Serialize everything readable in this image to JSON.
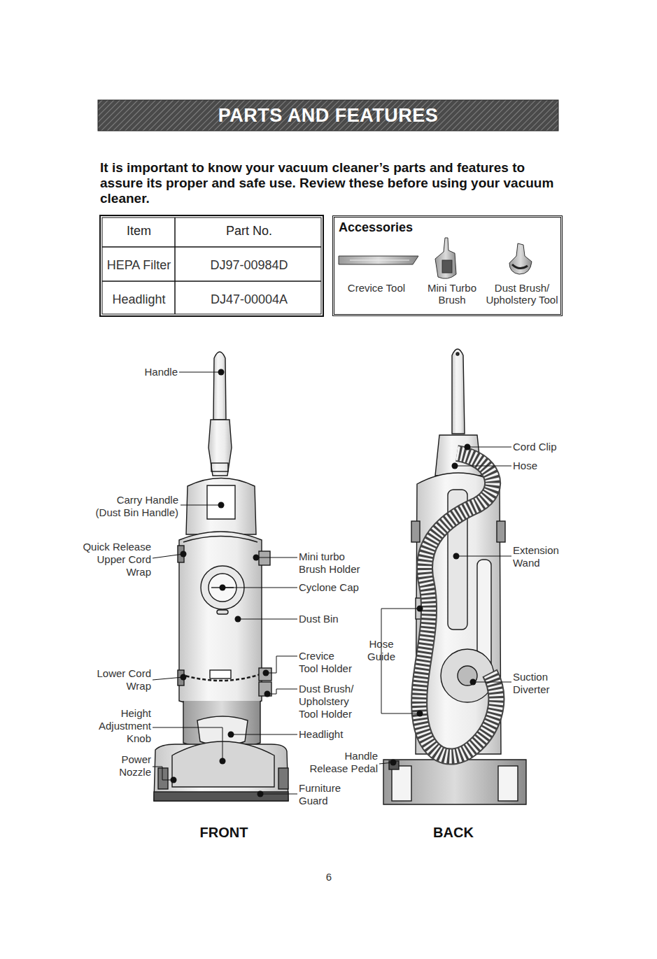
{
  "diagram": {
    "title": "PARTS AND FEATURES",
    "nodes": [
      {
        "text": [
          "Accessories",
          "Crevice Tool",
          "Mini Turbo Brush",
          "Dust Brush/ Upholstery Tool"
        ]
      }
    ],
    "labels": [
      "It is important to know your vacuum cleaner’s parts and features to assure its proper and safe use. Review these before using your vacuum cleaner.",
      "Item",
      "Part No.",
      "HEPA Filter",
      "DJ97-00984D",
      "Headlight",
      "DJ47-00004A",
      "Handle",
      "Carry Handle (Dust Bin Handle)",
      "Quick Release Upper Cord Wrap",
      "Mini turbo Brush Holder",
      "Cyclone Cap",
      "Dust Bin",
      "Crevice Tool Holder",
      "Lower Cord Wrap",
      "Dust Brush/ Upholstery Tool Holder",
      "Height Adjustment Knob",
      "Headlight",
      "Power Nozzle",
      "Furniture Guard",
      "Cord Clip",
      "Hose",
      "Extension Wand",
      "Hose Guide",
      "Suction Diverter",
      "Handle Release Pedal",
      "FRONT",
      "BACK",
      "6"
    ]
  }
}
